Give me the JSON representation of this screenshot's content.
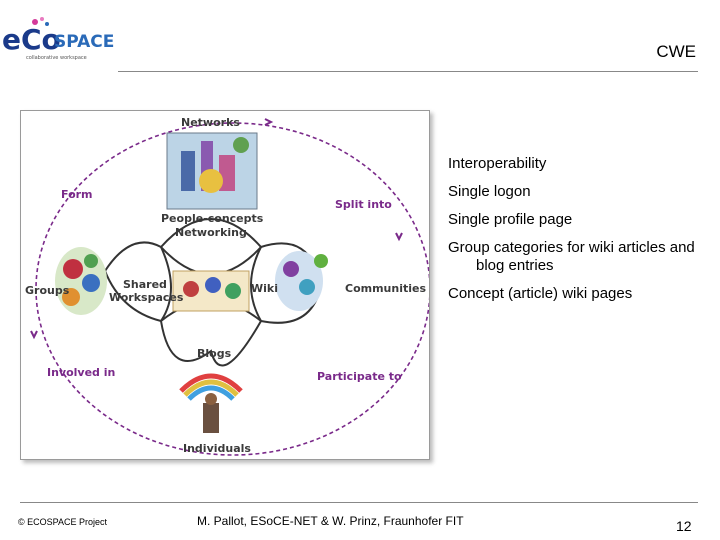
{
  "logo": {
    "main": "eCo",
    "accent": "SPACE",
    "tagline": "collaborative workspace",
    "colors": {
      "e": "#1a3a8a",
      "co": "#1a3a8a",
      "space": "#2a6ab8",
      "sparkle": "#d43a9a"
    }
  },
  "slide": {
    "title": "CWE"
  },
  "diagram": {
    "labels": {
      "networks": "Networks",
      "form": "Form",
      "split_into": "Split into",
      "people_concepts": "People-concepts",
      "networking": "Networking",
      "groups": "Groups",
      "shared": "Shared",
      "workspaces": "Workspaces",
      "wiki": "Wiki",
      "communities": "Communities",
      "blogs": "Blogs",
      "involved_in": "Involved in",
      "participate_to": "Participate to",
      "individuals": "Individuals"
    },
    "colors": {
      "arrow": "#7a2a8a",
      "petal": "#333333",
      "text_purple": "#7a2a8a",
      "text_dark": "#3a3a3a"
    }
  },
  "features": [
    "Interoperability",
    "Single logon",
    "Single profile page",
    "Group categories for wiki articles and blog entries",
    "Concept (article) wiki pages"
  ],
  "footer": {
    "left": "© ECOSPACE Project",
    "center": "M. Pallot, ESoCE-NET & W. Prinz, Fraunhofer FIT",
    "page": "12"
  }
}
